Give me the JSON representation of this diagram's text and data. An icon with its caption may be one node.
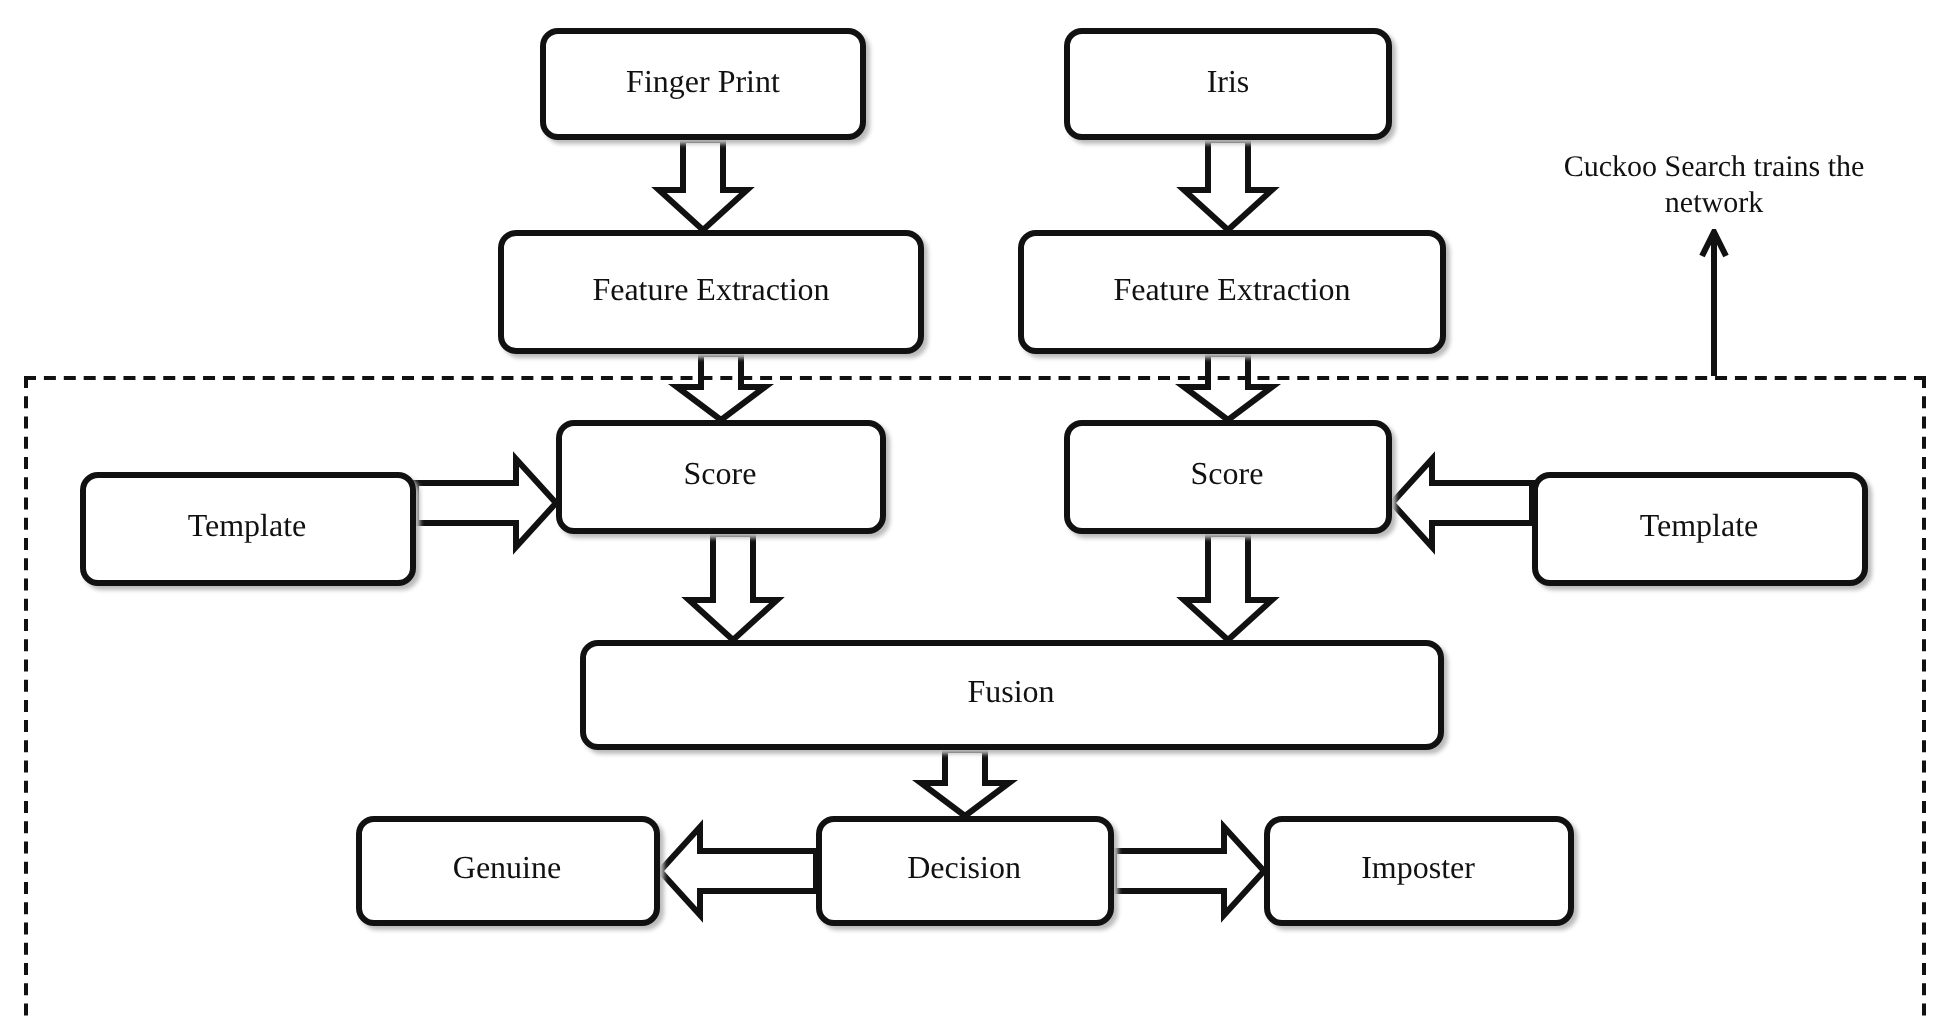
{
  "diagram": {
    "nodes": [
      {
        "text": [
          "Finger Print"
        ]
      },
      {
        "text": [
          "Iris"
        ]
      },
      {
        "text": [
          "Cuckoo Search trains the network"
        ]
      },
      {
        "text": [
          "Feature Extraction"
        ]
      },
      {
        "text": [
          "Feature Extraction"
        ]
      },
      {
        "text": [],
        "shape": "box"
      },
      {
        "text": [
          "Template"
        ],
        "in": 5
      },
      {
        "text": [
          "Score"
        ],
        "in": 5
      },
      {
        "text": [
          "Score"
        ],
        "in": 5
      },
      {
        "text": [
          "Template"
        ],
        "in": 5
      },
      {
        "text": [
          "Fusion"
        ],
        "in": 5
      },
      {
        "text": [
          "Genuine"
        ],
        "in": 5
      },
      {
        "text": [
          "Decision"
        ],
        "in": 5
      },
      {
        "text": [
          "Imposter"
        ],
        "in": 5
      }
    ],
    "edges": [
      {
        "from": 0,
        "to": 3,
        "arrow": "to",
        "style": "thick"
      },
      {
        "from": 1,
        "to": 4,
        "arrow": "to",
        "style": "thick"
      },
      {
        "from": 5,
        "to": 2,
        "arrow": "to"
      },
      {
        "from": 3,
        "to": 7,
        "arrow": "to",
        "style": "thick"
      },
      {
        "from": 4,
        "to": 8,
        "arrow": "to",
        "style": "thick"
      },
      {
        "from": 6,
        "to": 7,
        "arrow": "to",
        "style": "thick"
      },
      {
        "from": 9,
        "to": 8,
        "arrow": "to",
        "style": "thick"
      },
      {
        "from": 7,
        "to": 10,
        "arrow": "to",
        "style": "thick"
      },
      {
        "from": 8,
        "to": 10,
        "arrow": "to",
        "style": "thick"
      },
      {
        "from": 10,
        "to": 12,
        "arrow": "to",
        "style": "thick"
      },
      {
        "from": 12,
        "to": 11,
        "arrow": "to",
        "style": "thick"
      },
      {
        "from": 12,
        "to": 13,
        "arrow": "to",
        "style": "thick"
      }
    ]
  }
}
